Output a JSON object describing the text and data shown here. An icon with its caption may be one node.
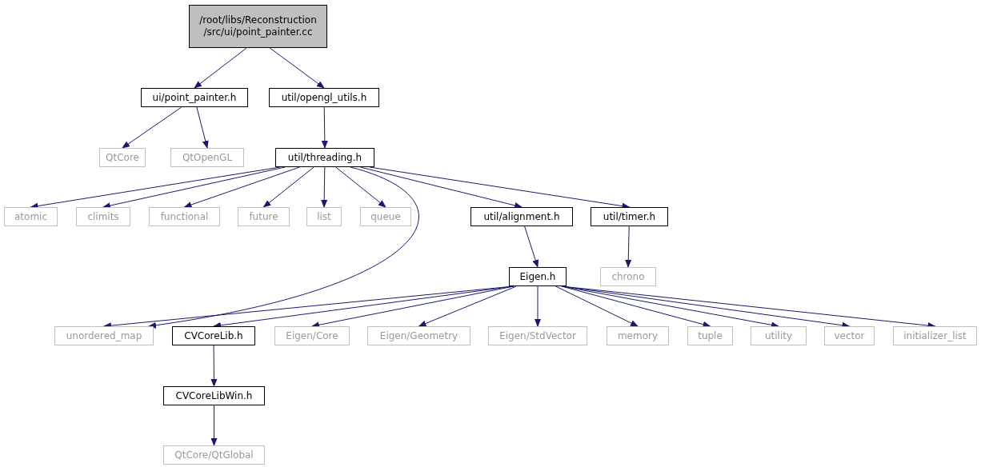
{
  "diagram": {
    "nodes": [
      {
        "text": [
          "/root/libs/Reconstruction /src/ui/point_painter.cc"
        ]
      },
      {
        "text": [
          "ui/point_painter.h"
        ]
      },
      {
        "text": [
          "util/opengl_utils.h"
        ]
      },
      {
        "text": [
          "QtCore"
        ]
      },
      {
        "text": [
          "QtOpenGL"
        ]
      },
      {
        "text": [
          "util/threading.h"
        ]
      },
      {
        "text": [
          "atomic"
        ]
      },
      {
        "text": [
          "climits"
        ]
      },
      {
        "text": [
          "functional"
        ]
      },
      {
        "text": [
          "future"
        ]
      },
      {
        "text": [
          "list"
        ]
      },
      {
        "text": [
          "queue"
        ]
      },
      {
        "text": [
          "util/alignment.h"
        ]
      },
      {
        "text": [
          "util/timer.h"
        ]
      },
      {
        "text": [
          "Eigen.h"
        ]
      },
      {
        "text": [
          "chrono"
        ]
      },
      {
        "text": [
          "unordered_map"
        ]
      },
      {
        "text": [
          "CVCoreLib.h"
        ]
      },
      {
        "text": [
          "Eigen/Core"
        ]
      },
      {
        "text": [
          "Eigen/Geometry"
        ]
      },
      {
        "text": [
          "Eigen/StdVector"
        ]
      },
      {
        "text": [
          "memory"
        ]
      },
      {
        "text": [
          "tuple"
        ]
      },
      {
        "text": [
          "utility"
        ]
      },
      {
        "text": [
          "vector"
        ]
      },
      {
        "text": [
          "initializer_list"
        ]
      },
      {
        "text": [
          "CVCoreLibWin.h"
        ]
      },
      {
        "text": [
          "QtCore/QtGlobal"
        ]
      }
    ],
    "edges": [
      {
        "from": 0,
        "to": 1,
        "arrow": "to"
      },
      {
        "from": 0,
        "to": 2,
        "arrow": "to"
      },
      {
        "from": 1,
        "to": 3,
        "arrow": "to"
      },
      {
        "from": 1,
        "to": 4,
        "arrow": "to"
      },
      {
        "from": 2,
        "to": 5,
        "arrow": "to"
      },
      {
        "from": 5,
        "to": 6,
        "arrow": "to"
      },
      {
        "from": 5,
        "to": 7,
        "arrow": "to"
      },
      {
        "from": 5,
        "to": 8,
        "arrow": "to"
      },
      {
        "from": 5,
        "to": 9,
        "arrow": "to"
      },
      {
        "from": 5,
        "to": 10,
        "arrow": "to"
      },
      {
        "from": 5,
        "to": 11,
        "arrow": "to"
      },
      {
        "from": 5,
        "to": 16,
        "arrow": "to"
      },
      {
        "from": 5,
        "to": 12,
        "arrow": "to"
      },
      {
        "from": 5,
        "to": 13,
        "arrow": "to"
      },
      {
        "from": 12,
        "to": 14,
        "arrow": "to"
      },
      {
        "from": 13,
        "to": 15,
        "arrow": "to"
      },
      {
        "from": 14,
        "to": 16,
        "arrow": "to"
      },
      {
        "from": 14,
        "to": 17,
        "arrow": "to"
      },
      {
        "from": 14,
        "to": 18,
        "arrow": "to"
      },
      {
        "from": 14,
        "to": 19,
        "arrow": "to"
      },
      {
        "from": 14,
        "to": 20,
        "arrow": "to"
      },
      {
        "from": 14,
        "to": 21,
        "arrow": "to"
      },
      {
        "from": 14,
        "to": 22,
        "arrow": "to"
      },
      {
        "from": 14,
        "to": 23,
        "arrow": "to"
      },
      {
        "from": 14,
        "to": 24,
        "arrow": "to"
      },
      {
        "from": 14,
        "to": 25,
        "arrow": "to"
      },
      {
        "from": 17,
        "to": 26,
        "arrow": "to"
      },
      {
        "from": 26,
        "to": 27,
        "arrow": "to"
      }
    ]
  }
}
